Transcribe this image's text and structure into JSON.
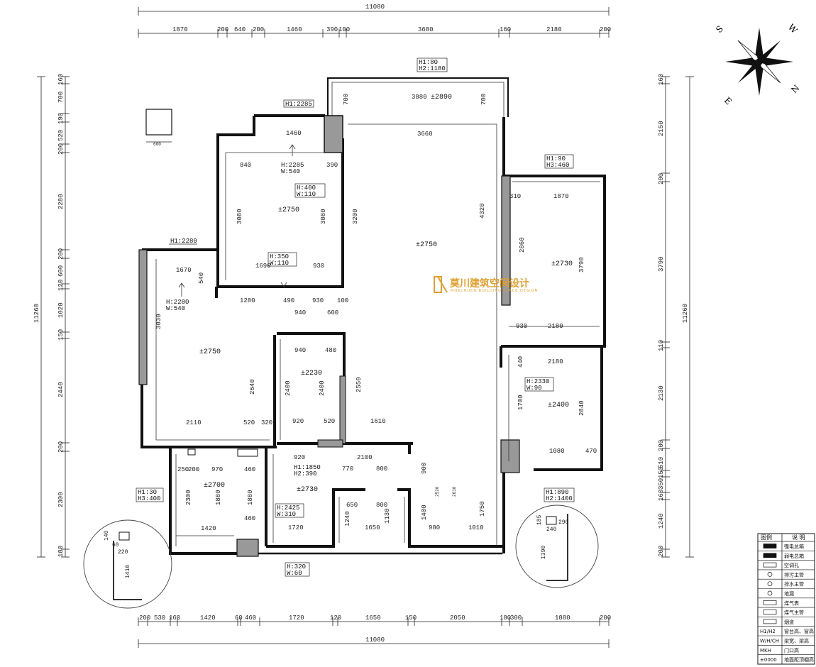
{
  "top_dims": {
    "overall": "11080",
    "segments": [
      "1870",
      "200",
      "640",
      "200",
      "1460",
      "390",
      "100",
      "3680",
      "160",
      "2180",
      "200"
    ]
  },
  "bottom_dims": {
    "overall": "11080",
    "segments": [
      "200",
      "530",
      "160",
      "1420",
      "60",
      "460",
      "1720",
      "120",
      "1650",
      "150",
      "2050",
      "180",
      "300",
      "1880",
      "200"
    ]
  },
  "left_dims": {
    "overall": "11260",
    "segments": [
      "160",
      "700",
      "190",
      "520",
      "200",
      "2280",
      "200",
      "600",
      "120",
      "1020",
      "150",
      "2440",
      "200",
      "2300",
      "180"
    ]
  },
  "right_dims": {
    "overall": "11260",
    "segments": [
      "160",
      "2150",
      "200",
      "3790",
      "110",
      "2130",
      "200",
      "510",
      "150",
      "350",
      "160",
      "1240",
      "200"
    ]
  },
  "levels": {
    "balcony": "±2890",
    "living": "±2750",
    "bedroom_top": "±2750",
    "bedroom_right": "±2730",
    "bedroom_left": "±2750",
    "bath_mid": "±2230",
    "bedroom_small": "±2400",
    "kitchen_left": "±2700",
    "kitchen_mid": "±2730"
  },
  "tags": {
    "balcony": [
      "H1:80",
      "H2:1180"
    ],
    "window_top": [
      "H1:2285"
    ],
    "door_top": [
      "H:2285",
      "W:540"
    ],
    "vent_top": [
      "H:400",
      "W:110"
    ],
    "door_350": [
      "H:350",
      "W:110"
    ],
    "window_right": [
      "H1:90",
      "H3:460"
    ],
    "window_left": [
      "H1:2280"
    ],
    "door_left": [
      "H:2280",
      "W:540"
    ],
    "door_small": [
      "H:2330",
      "W:90"
    ],
    "kitchen_win": [
      "H1:1850",
      "H2:390"
    ],
    "kitchen_door": [
      "H:2425",
      "W:310"
    ],
    "left_win": [
      "H1:30",
      "H3:400"
    ],
    "bottom_door": [
      "H:320",
      "W:60"
    ],
    "right_win": [
      "H1:890",
      "H2:1400"
    ]
  },
  "room_dims": {
    "balcony_w": "3880",
    "balcony_d": "700",
    "living_w": "3660",
    "living_h1": "3200",
    "living_h2": "4320",
    "top_room_w1": "1460",
    "top_room_w2": "840",
    "top_room_w3": "390",
    "top_room_h": "3080",
    "top_room_w4": "1690",
    "top_room_w5": "930",
    "right_room_w1": "310",
    "right_room_w2": "1870",
    "right_room_h1": "2860",
    "right_room_h2": "3790",
    "right_room_w3": "930",
    "right_room_w4": "2180",
    "left_room_w1": "1670",
    "left_room_h1": "540",
    "left_room_w2": "1280",
    "left_room_h2": "3030",
    "left_room_h3": "2640",
    "left_room_w3": "2110",
    "left_room_w4": "520",
    "left_room_w5": "320",
    "mid_w1": "490",
    "mid_w2": "930",
    "mid_w3": "100",
    "mid_w4": "940",
    "mid_w5": "600",
    "bath_w": "940",
    "bath_w2": "480",
    "bath_h": "2400",
    "bath_h2": "2550",
    "bath_w3": "920",
    "bath_w4": "520",
    "corr_w": "1610",
    "sm_w": "2180",
    "sm_h": "1700",
    "sm_h2": "2840",
    "sm_w2": "1080",
    "sm_w3": "470",
    "sm_w4": "440",
    "k_w1": "250",
    "k_w2": "200",
    "k_w3": "970",
    "k_w4": "460",
    "k_h": "2300",
    "k_h2": "1880",
    "k_w5": "1420",
    "k_w6": "920",
    "k_w7": "2100",
    "k_w8": "770",
    "k_w9": "800",
    "k_w10": "650",
    "k_w11": "1720",
    "k_w12": "1650",
    "k_w13": "980",
    "k_w14": "1010",
    "k_h3": "1750",
    "k_h4": "1400",
    "k_h5": "900",
    "k_h6": "1240",
    "k_h7": "1130",
    "k_h8": "2520",
    "k_h9": "2610",
    "square_label": "600"
  },
  "details": {
    "left_detail": [
      "140",
      "60",
      "220",
      "1410"
    ],
    "right_detail": [
      "185",
      "290",
      "240",
      "1390"
    ]
  },
  "compass": {
    "n": "N",
    "s": "S",
    "e": "E",
    "w": "W"
  },
  "logo": {
    "text": "莫川建筑空间设计",
    "sub": "MOKCHUEN BUILDING SPACE DESIGN"
  },
  "legend": {
    "header_left": "图例",
    "header_right": "说 明",
    "rows": [
      {
        "sym": "",
        "label": "强电总箱"
      },
      {
        "sym": "",
        "label": "弱电总箱"
      },
      {
        "sym": "",
        "label": "空调孔"
      },
      {
        "sym": "",
        "label": "排污主管"
      },
      {
        "sym": "",
        "label": "排水主管"
      },
      {
        "sym": "",
        "label": "地漏"
      },
      {
        "sym": "",
        "label": "煤气表"
      },
      {
        "sym": "",
        "label": "煤气主管"
      },
      {
        "sym": "",
        "label": "烟道"
      },
      {
        "sym": "H1/H2",
        "label": "窗台高、窗高"
      },
      {
        "sym": "W/H/CH",
        "label": "梁宽、梁高"
      },
      {
        "sym": "MKH",
        "label": "门口高"
      },
      {
        "sym": "±0000",
        "label": "地面距顶棚高"
      }
    ]
  },
  "colors": {
    "wall": "#111111",
    "column": "#999999",
    "logo": "#e0a030"
  }
}
